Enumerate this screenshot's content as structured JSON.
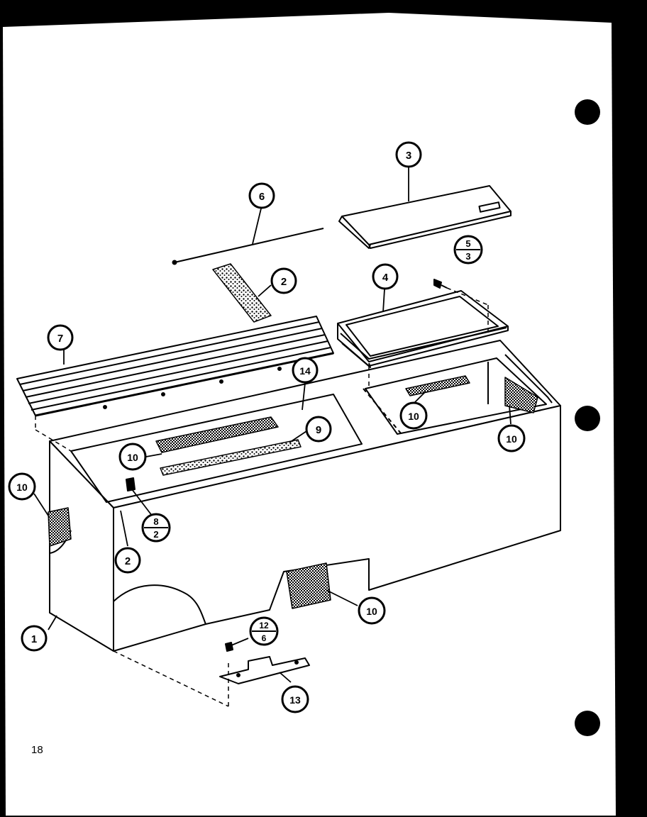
{
  "page_number": "18",
  "callouts": [
    {
      "id": "c3",
      "label": "3"
    },
    {
      "id": "c6",
      "label": "6"
    },
    {
      "id": "c2a",
      "label": "2"
    },
    {
      "id": "c4",
      "label": "4"
    },
    {
      "id": "c7",
      "label": "7"
    },
    {
      "id": "c14",
      "label": "14"
    },
    {
      "id": "c9",
      "label": "9"
    },
    {
      "id": "c10a",
      "label": "10"
    },
    {
      "id": "c10b",
      "label": "10"
    },
    {
      "id": "c10c",
      "label": "10"
    },
    {
      "id": "c10d",
      "label": "10"
    },
    {
      "id": "c10e",
      "label": "10"
    },
    {
      "id": "c2b",
      "label": "2"
    },
    {
      "id": "c1",
      "label": "1"
    },
    {
      "id": "c13",
      "label": "13"
    }
  ],
  "fractions": [
    {
      "id": "f53",
      "top": "5",
      "bottom": "3"
    },
    {
      "id": "f82",
      "top": "8",
      "bottom": "2"
    },
    {
      "id": "f126",
      "top": "12",
      "bottom": "6"
    }
  ],
  "colors": {
    "paper": "#ffffff",
    "background": "#000000",
    "ink": "#000000"
  }
}
